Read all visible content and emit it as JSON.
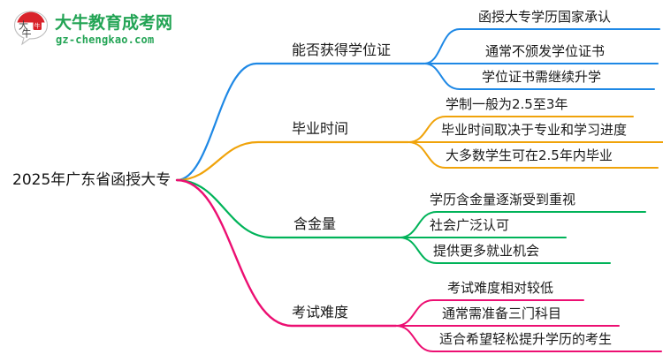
{
  "logo": {
    "mark_text": "大牛",
    "brand_name": "大牛教育成考网",
    "url": "gz-chengkao.com",
    "brand_color": "#23a455",
    "mark_color": "#d9222a"
  },
  "mindmap": {
    "root": {
      "label": "2025年广东省函授大专"
    },
    "branches": [
      {
        "label": "能否获得学位证",
        "color": "#1e88e5",
        "children": [
          {
            "label": "函授大专学历国家承认"
          },
          {
            "label": "通常不颁发学位证书"
          },
          {
            "label": "学位证书需继续升学"
          }
        ]
      },
      {
        "label": "毕业时间",
        "color": "#f0a30a",
        "children": [
          {
            "label": "学制一般为2.5至3年"
          },
          {
            "label": "毕业时间取决于专业和学习进度"
          },
          {
            "label": "大多数学生可在2.5年内毕业"
          }
        ]
      },
      {
        "label": "含金量",
        "color": "#00b359",
        "children": [
          {
            "label": "学历含金量逐渐受到重视"
          },
          {
            "label": "社会广泛认可"
          },
          {
            "label": "提供更多就业机会"
          }
        ]
      },
      {
        "label": "考试难度",
        "color": "#ec0f72",
        "children": [
          {
            "label": "考试难度相对较低"
          },
          {
            "label": "通常需准备三门科目"
          },
          {
            "label": "适合希望轻松提升学历的考生"
          }
        ]
      }
    ]
  }
}
